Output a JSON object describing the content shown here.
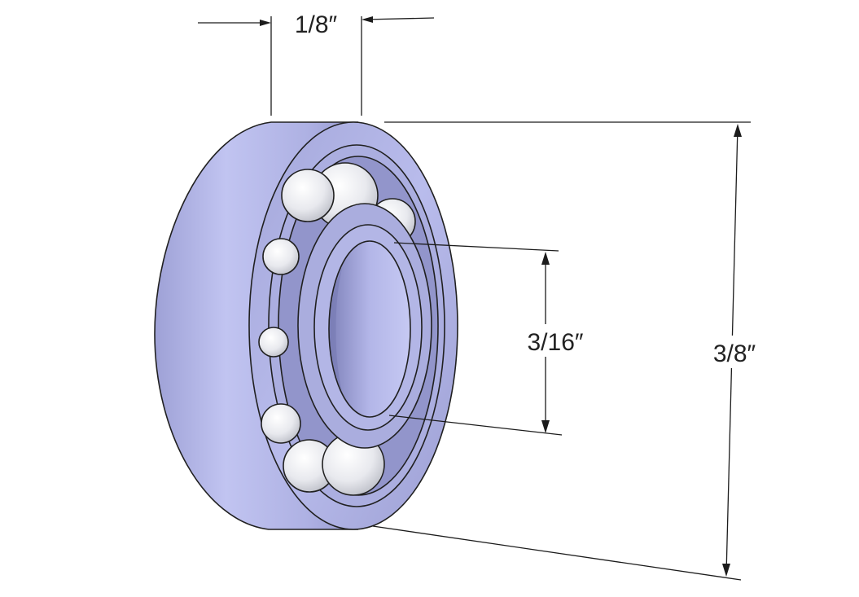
{
  "diagram": {
    "labels": {
      "width": "1/8″",
      "outer_diameter": "3/8″",
      "inner_diameter": "3/16″"
    },
    "colors": {
      "ring_light": "#c3c6f0",
      "ring_mid": "#a9acde",
      "ring_dark": "#8d90c6",
      "ball": "#ecedf0",
      "line": "#1c1c1c",
      "background": "#ffffff"
    }
  }
}
